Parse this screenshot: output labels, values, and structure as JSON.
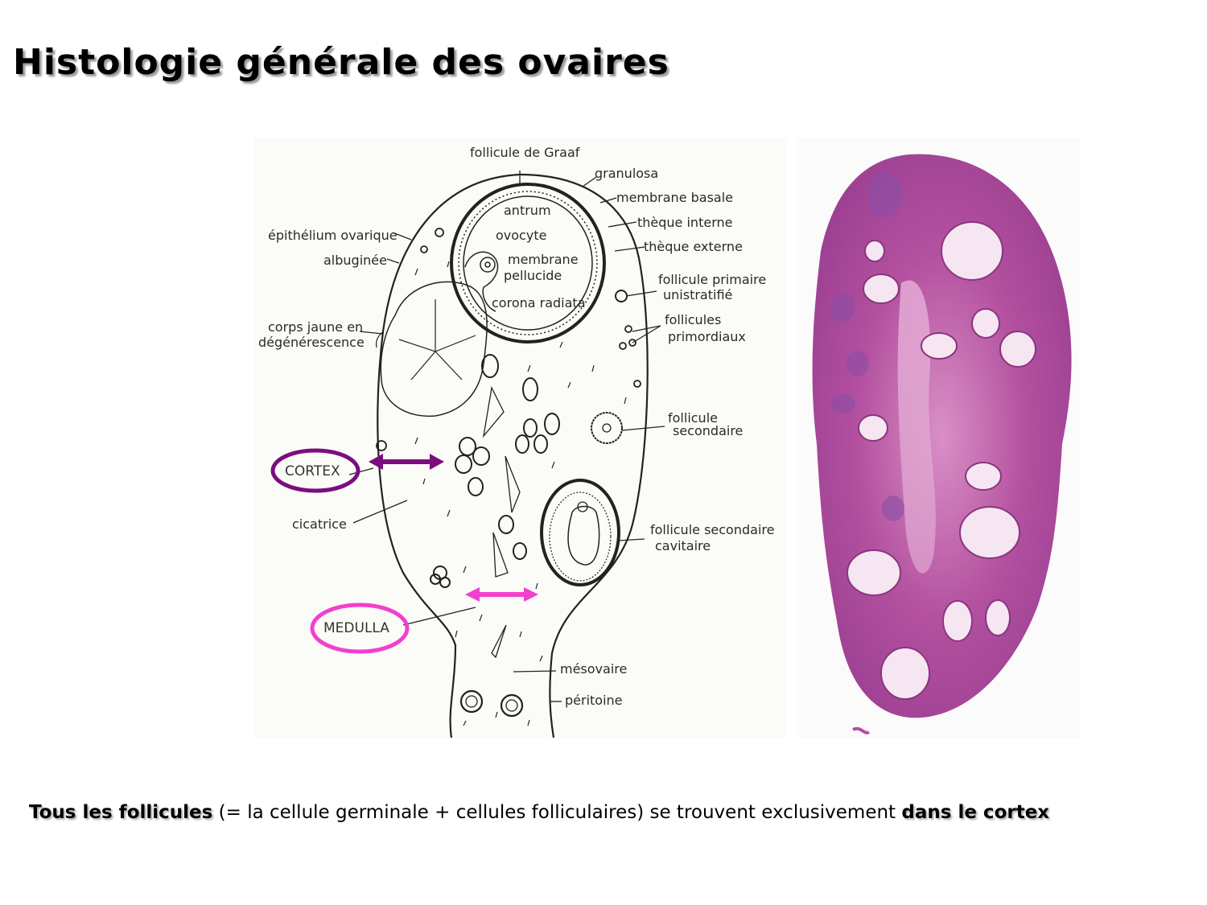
{
  "title": "Histologie générale des ovaires",
  "diagram": {
    "labels": {
      "graaf": "follicule de Graaf",
      "granulosa": "granulosa",
      "membrane_basale": "membrane basale",
      "theque_interne": "thèque  interne",
      "theque_externe": "thèque externe",
      "antrum": "antrum",
      "ovocyte": "ovocyte",
      "membrane_pellucide_1": "membrane",
      "membrane_pellucide_2": "pellucide",
      "corona_radiata": "corona radiata",
      "epithelium": "épithélium ovarique",
      "albuginee": "albuginée",
      "corps_jaune_1": "corps jaune en",
      "corps_jaune_2": "dégénérescence",
      "primaire_1": "follicule  primaire",
      "primaire_2": "unistratifié",
      "primordiaux_1": "follicules",
      "primordiaux_2": "primordiaux",
      "secondaire_1": "follicule",
      "secondaire_2": "secondaire",
      "cavitaire_1": "follicule secondaire",
      "cavitaire_2": "cavitaire",
      "cicatrice": "cicatrice",
      "mesovaire": "mésovaire",
      "peritoine": "péritoine"
    },
    "annotations": {
      "cortex": {
        "label": "CORTEX",
        "color": "#7b0d7e"
      },
      "medulla": {
        "label": "MEDULLA",
        "color": "#f23fcf"
      }
    }
  },
  "micrograph": {
    "description": "H&E stained ovary section",
    "tissue_color": "#b3509f"
  },
  "caption": {
    "bold_start": "Tous les follicules",
    "middle": " (= la cellule germinale + cellules folliculaires) se trouvent exclusivement ",
    "bold_end": "dans le cortex"
  }
}
